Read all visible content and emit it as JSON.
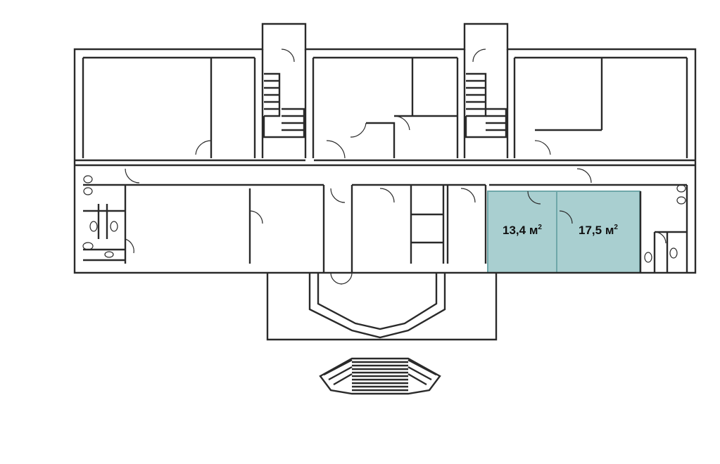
{
  "floorplan": {
    "highlight_color": "#a9cfd0",
    "highlight_stroke": "#6ea7a9",
    "wall_color": "#2a2a2a",
    "units": [
      {
        "area_value": "13,4 м",
        "area_unit_sup": "2"
      },
      {
        "area_value": "17,5 м",
        "area_unit_sup": "2"
      }
    ]
  }
}
